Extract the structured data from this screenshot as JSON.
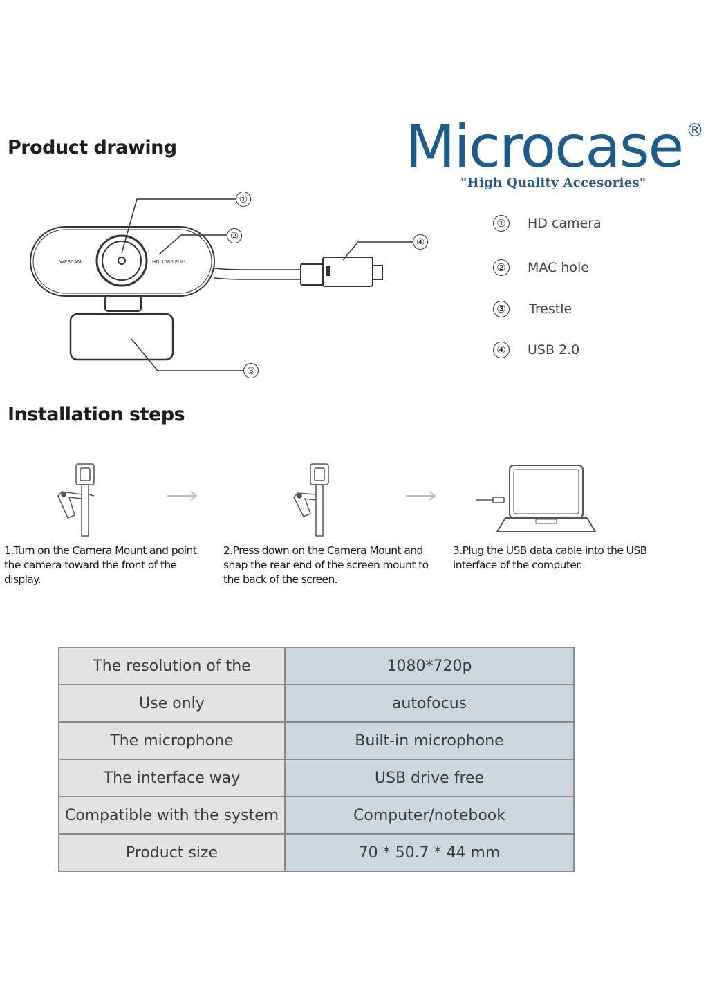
{
  "brand": {
    "name": "Microcase",
    "registered": "®",
    "tagline": "\"High Quality Accesories\""
  },
  "product_drawing": {
    "title": "Product drawing",
    "camera_text_left": "WEBCAM",
    "camera_text_right": "HD 1080 FULL",
    "callouts": [
      "①",
      "②",
      "③",
      "④"
    ],
    "legend": [
      {
        "num": "①",
        "label": "HD camera"
      },
      {
        "num": "②",
        "label": "MAC hole"
      },
      {
        "num": "③",
        "label": "Trestle"
      },
      {
        "num": "④",
        "label": "USB 2.0"
      }
    ]
  },
  "installation": {
    "title": "Installation steps",
    "steps": [
      {
        "text": "1.Tum on the Camera Mount and point the camera toward the front of the display."
      },
      {
        "text": "2.Press down on the Camera Mount and snap the rear end of the screen mount to the back of the screen."
      },
      {
        "text": "3.Plug the USB data cable into the USB interface of the computer."
      }
    ]
  },
  "specs": {
    "rows": [
      {
        "key": "The resolution of the",
        "value": "1080*720p"
      },
      {
        "key": "Use only",
        "value": "autofocus"
      },
      {
        "key": "The microphone",
        "value": "Built-in microphone"
      },
      {
        "key": "The interface way",
        "value": "USB drive free"
      },
      {
        "key": "Compatible with the system",
        "value": "Computer/notebook"
      },
      {
        "key": "Product size",
        "value": "70 * 50.7 * 44 mm"
      }
    ]
  },
  "colors": {
    "brand": "#1e5a8a",
    "table_key_bg": "#e3e3e3",
    "table_value_bg": "#cdd7e0",
    "table_border": "#8a8a8a"
  }
}
